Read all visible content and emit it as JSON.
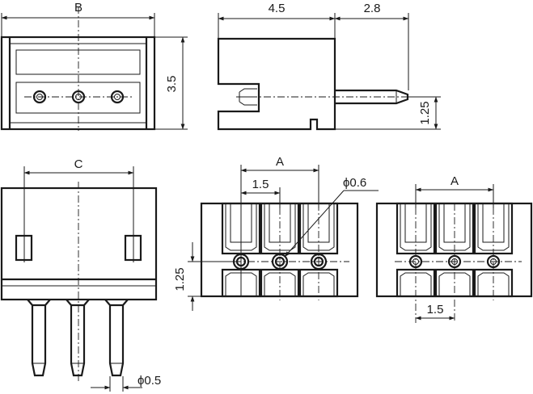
{
  "colors": {
    "ink": "#1a1a1a",
    "paper": "#ffffff"
  },
  "top_view": {
    "dim_width": "B",
    "dim_height": "3.5"
  },
  "side_view": {
    "dim_body": "4.5",
    "dim_pin": "2.8",
    "dim_pin_height": "1.25"
  },
  "front_view": {
    "dim_span": "C",
    "dim_pin_dia": "ϕ0.5"
  },
  "bottom_view_left": {
    "dim_span": "A",
    "dim_pitch": "1.5",
    "dim_hole": "ϕ0.6",
    "dim_row": "1.25"
  },
  "bottom_view_right": {
    "dim_span": "A",
    "dim_pitch": "1.5"
  }
}
